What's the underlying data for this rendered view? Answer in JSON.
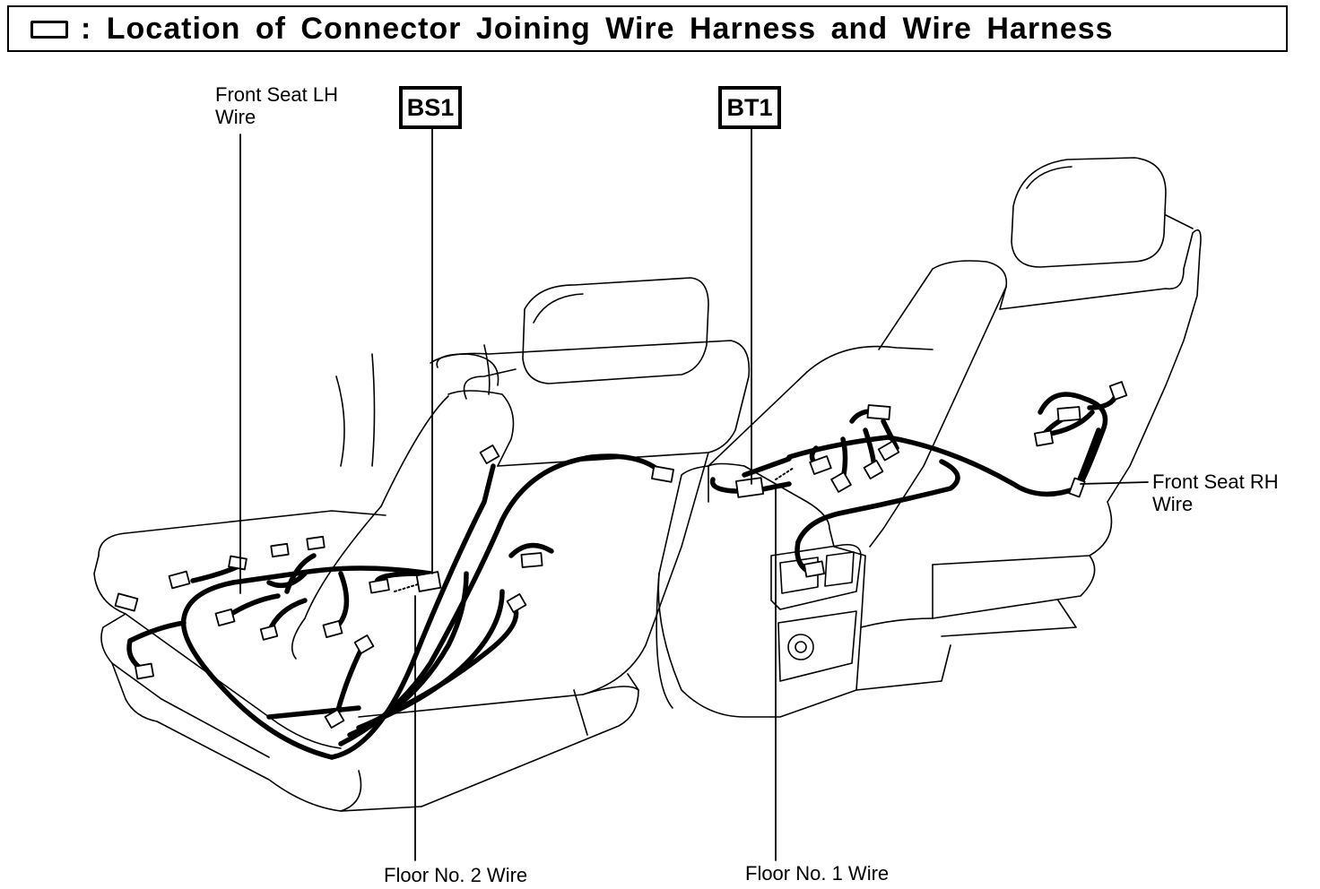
{
  "title": {
    "icon": "connector-box-icon",
    "text": ": Location of Connector Joining Wire Harness and Wire Harness"
  },
  "callouts": {
    "bs1": "BS1",
    "bt1": "BT1"
  },
  "labels": {
    "front_seat_lh_line1": "Front Seat LH",
    "front_seat_lh_line2": "Wire",
    "front_seat_rh_line1": "Front Seat RH",
    "front_seat_rh_line2": "Wire",
    "floor_no2": "Floor No. 2 Wire",
    "floor_no1": "Floor No. 1 Wire"
  },
  "colors": {
    "ink": "#000000",
    "background": "#ffffff"
  }
}
